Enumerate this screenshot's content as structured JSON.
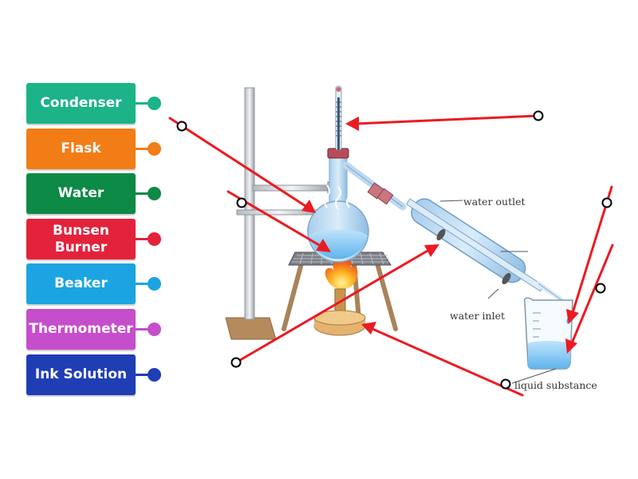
{
  "labels": [
    {
      "text": "Condenser",
      "color": "#1cb388"
    },
    {
      "text": "Flask",
      "color": "#f27d16"
    },
    {
      "text": "Water",
      "color": "#0d8a45"
    },
    {
      "text": "Bunsen\nBurner",
      "color": "#e3233b"
    },
    {
      "text": "Beaker",
      "color": "#1ca4e2"
    },
    {
      "text": "Thermometer",
      "color": "#c64ecb"
    },
    {
      "text": "Ink Solution",
      "color": "#1f3db5"
    }
  ],
  "diagram": {
    "water_outlet": "water outlet",
    "water_inlet": "water inlet",
    "liquid_substance": "liquid substance"
  },
  "colors": {
    "arrow": "#ea1b23",
    "target_ring": "#000000"
  }
}
